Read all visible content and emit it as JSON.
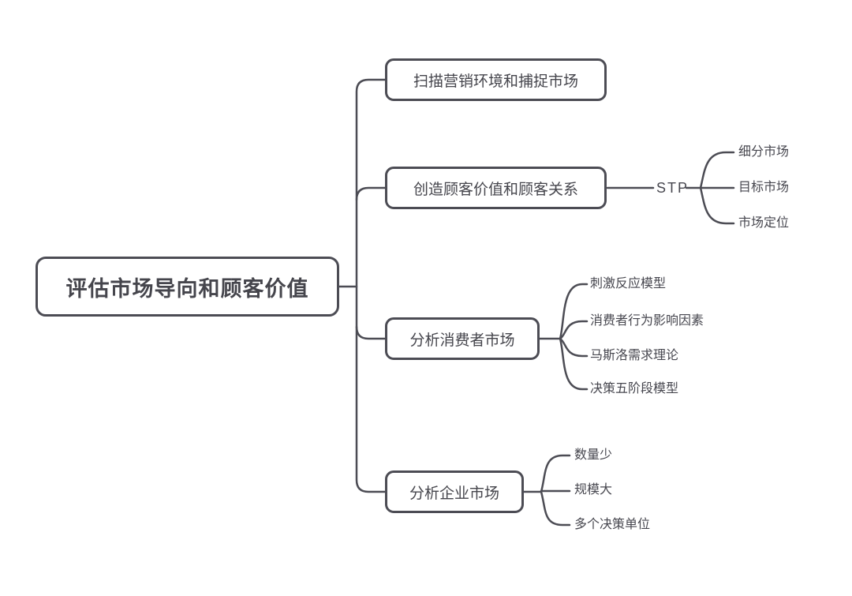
{
  "diagram": {
    "type": "mindmap",
    "colors": {
      "line": "#4c4c54",
      "text": "#47474f",
      "background": "#ffffff"
    },
    "root": {
      "label": "评估市场导向和顾客价值"
    },
    "branches": [
      {
        "label": "扫描营销环境和捕捉市场",
        "children": []
      },
      {
        "label": "创造顾客价值和顾客关系",
        "connector_label": "STP",
        "children": [
          {
            "label": "细分市场"
          },
          {
            "label": "目标市场"
          },
          {
            "label": "市场定位"
          }
        ]
      },
      {
        "label": "分析消费者市场",
        "children": [
          {
            "label": "刺激反应模型"
          },
          {
            "label": "消费者行为影响因素"
          },
          {
            "label": "马斯洛需求理论"
          },
          {
            "label": "决策五阶段模型"
          }
        ]
      },
      {
        "label": "分析企业市场",
        "children": [
          {
            "label": "数量少"
          },
          {
            "label": "规模大"
          },
          {
            "label": "多个决策单位"
          }
        ]
      }
    ]
  }
}
